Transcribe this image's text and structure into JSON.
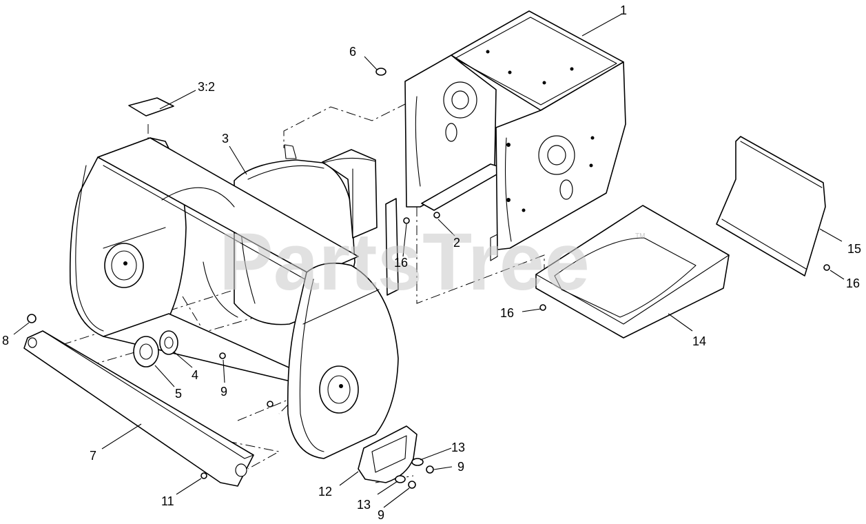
{
  "watermark": {
    "text": "PartsTree",
    "trademark": "TM"
  },
  "callouts": [
    {
      "id": "c1",
      "label": "1"
    },
    {
      "id": "c2",
      "label": "2"
    },
    {
      "id": "c3",
      "label": "3"
    },
    {
      "id": "c32",
      "label": "3:2"
    },
    {
      "id": "c4",
      "label": "4"
    },
    {
      "id": "c5",
      "label": "5"
    },
    {
      "id": "c6",
      "label": "6"
    },
    {
      "id": "c7",
      "label": "7"
    },
    {
      "id": "c8",
      "label": "8"
    },
    {
      "id": "c9a",
      "label": "9"
    },
    {
      "id": "c9b",
      "label": "9"
    },
    {
      "id": "c9c",
      "label": "9"
    },
    {
      "id": "c11",
      "label": "11"
    },
    {
      "id": "c12",
      "label": "12"
    },
    {
      "id": "c13a",
      "label": "13"
    },
    {
      "id": "c13b",
      "label": "13"
    },
    {
      "id": "c14",
      "label": "14"
    },
    {
      "id": "c15",
      "label": "15"
    },
    {
      "id": "c16a",
      "label": "16"
    },
    {
      "id": "c16b",
      "label": "16"
    },
    {
      "id": "c16c",
      "label": "16"
    }
  ]
}
